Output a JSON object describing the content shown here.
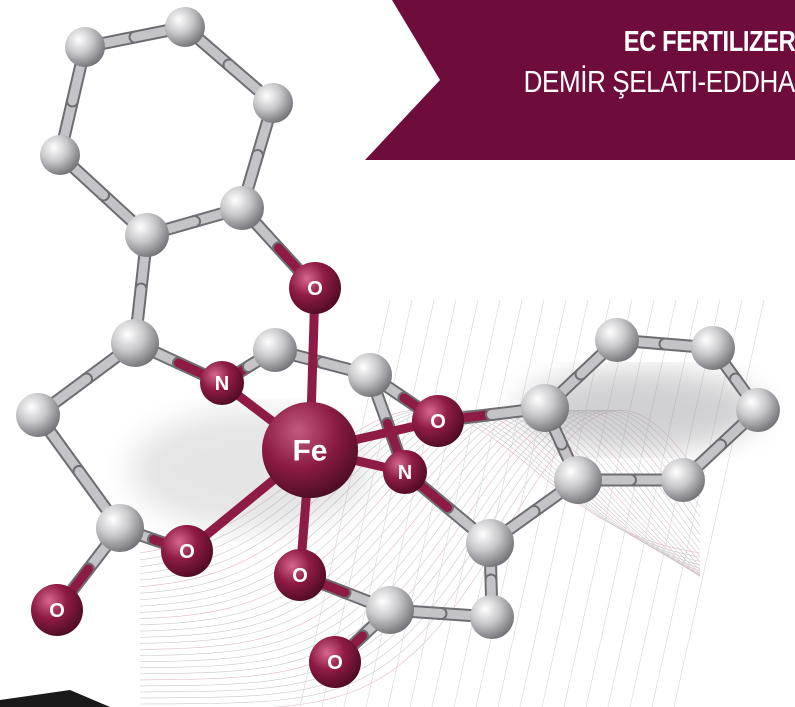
{
  "banner": {
    "line1": "EC FERTILIZER",
    "line2": "DEMİR ŞELATI-EDDHA",
    "color": "#6e0c3c"
  },
  "molecule": {
    "central_atom": "Fe",
    "nitrogen_label": "N",
    "oxygen_label": "O",
    "heteroatom_color": "#8e1b45",
    "carbon_color": "#c9c9cc"
  }
}
